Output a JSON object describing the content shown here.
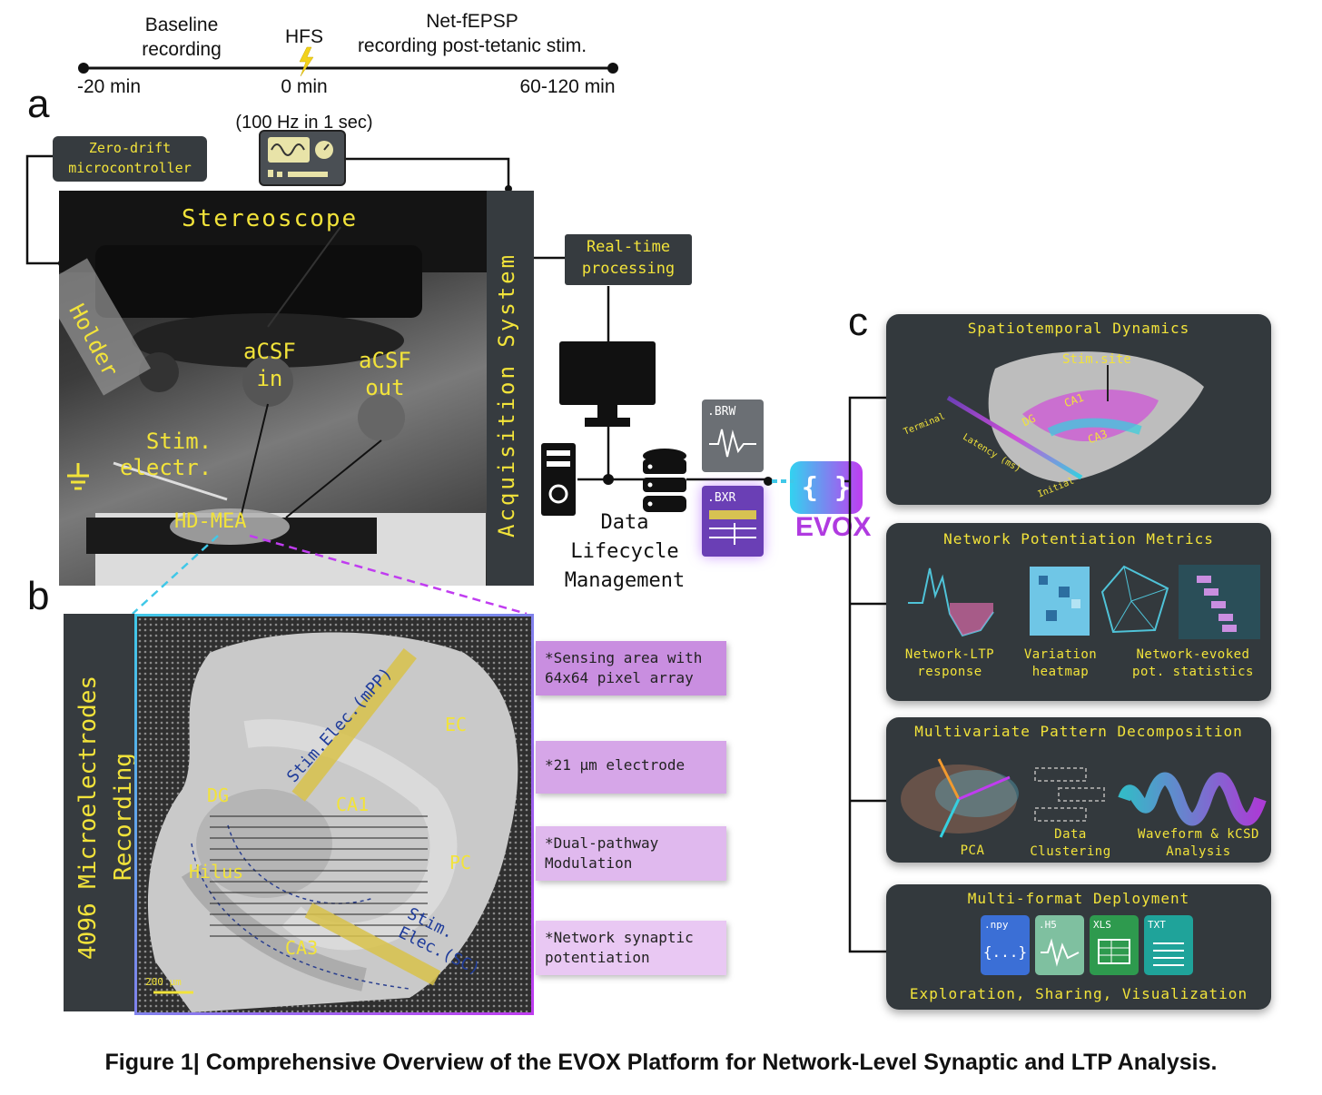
{
  "timeline": {
    "phase1": "Baseline\nrecording",
    "phase2": "HFS",
    "phase3": "Net-fEPSP\nrecording post-tetanic stim.",
    "t1": "-20 min",
    "t2": "0 min",
    "t3": "60-120 min",
    "hfs_note": "(100 Hz in 1 sec)"
  },
  "panel_a": {
    "letter": "a",
    "microcontroller": "Zero-drift\nmicrocontroller",
    "stereoscope": "Stereoscope",
    "holder": "Holder",
    "acsf_in": "aCSF\nin",
    "acsf_out": "aCSF\nout",
    "stim_electr": "Stim.\nelectr.",
    "hd_mea": "HD-MEA",
    "acquisition": "Acquisition System",
    "realtime": "Real-time\nprocessing",
    "data_lifecycle": "Data\nLifecycle\nManagement",
    "brw": ".BRW",
    "bxr": ".BXR",
    "evox": "EVOX"
  },
  "panel_b": {
    "letter": "b",
    "side_label": "4096 Microelectrodes\nRecording",
    "dg": "DG",
    "ca1": "CA1",
    "ec": "EC",
    "pc": "PC",
    "hilus": "Hilus",
    "ca3": "CA3",
    "stim_mpp": "Stim.Elec.(mPP)",
    "stim_sc": "Stim.\nElec.(SC)",
    "scale": "200 µm",
    "notes": [
      "*Sensing area with\n64x64 pixel array",
      "*21 µm electrode",
      "*Dual-pathway\n Modulation",
      "*Network synaptic\npotentiation"
    ],
    "note_colors": [
      "#c98ee0",
      "#d6a6e8",
      "#e0b9ee",
      "#e9c8f3"
    ]
  },
  "panel_c": {
    "letter": "c",
    "card1": {
      "title": "Spatiotemporal Dynamics",
      "stim_site": "Stim.site",
      "terminal": "Terminal",
      "latency": "Latency (ms)",
      "initial": "Initial",
      "dg": "DG",
      "ca1": "CA1",
      "ca3": "CA3"
    },
    "card2": {
      "title": "Network Potentiation Metrics",
      "labels": [
        "Network-LTP\nresponse",
        "Variation\nheatmap",
        "Network-evoked\npot. statistics"
      ]
    },
    "card3": {
      "title": "Multivariate Pattern Decomposition",
      "labels": [
        "PCA",
        "Data\nClustering",
        "Waveform & kCSD\nAnalysis"
      ]
    },
    "card4": {
      "title": "Multi-format Deployment",
      "formats": [
        ".npy",
        ".H5",
        "XLS",
        "TXT"
      ],
      "format_colors": [
        "#3b6fd6",
        "#7fc0a0",
        "#2e9a4e",
        "#1fa39a"
      ],
      "subtitle": "Exploration, Sharing, Visualization"
    }
  },
  "caption": "Figure 1| Comprehensive Overview of the EVOX Platform for Network-Level Synaptic and LTP Analysis."
}
